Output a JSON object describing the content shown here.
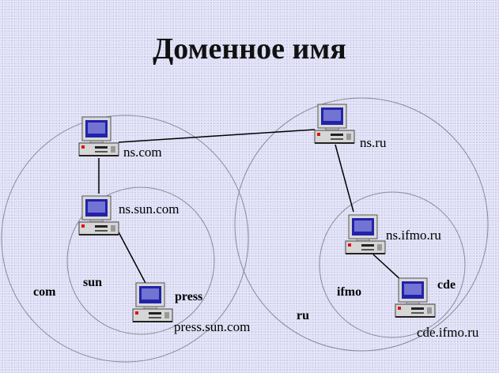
{
  "title": "Доменное имя",
  "colors": {
    "background": "#dcdcf4",
    "circle": "#8a8a9a",
    "link": "#000000",
    "monitor_screen": "#2222aa",
    "computer_body": "#d6d6d6"
  },
  "icons": [
    "computer-icon"
  ],
  "nodes": [
    {
      "id": "ns_com",
      "label": "ns.com"
    },
    {
      "id": "ns_sun_com",
      "label": "ns.sun.com"
    },
    {
      "id": "press",
      "label": "press.sun.com"
    },
    {
      "id": "ns_ru",
      "label": "ns.ru"
    },
    {
      "id": "ns_ifmo",
      "label": "ns.ifmo.ru"
    },
    {
      "id": "cde",
      "label": "cde.ifmo.ru"
    }
  ],
  "domains": {
    "com": "com",
    "sun": "sun",
    "press": "press",
    "ru": "ru",
    "ifmo": "ifmo",
    "cde": "cde"
  },
  "links": [
    [
      "ns_com",
      "ns_ru"
    ],
    [
      "ns_com",
      "ns_sun_com"
    ],
    [
      "ns_sun_com",
      "press"
    ],
    [
      "ns_ru",
      "ns_ifmo"
    ],
    [
      "ns_ifmo",
      "cde"
    ]
  ]
}
